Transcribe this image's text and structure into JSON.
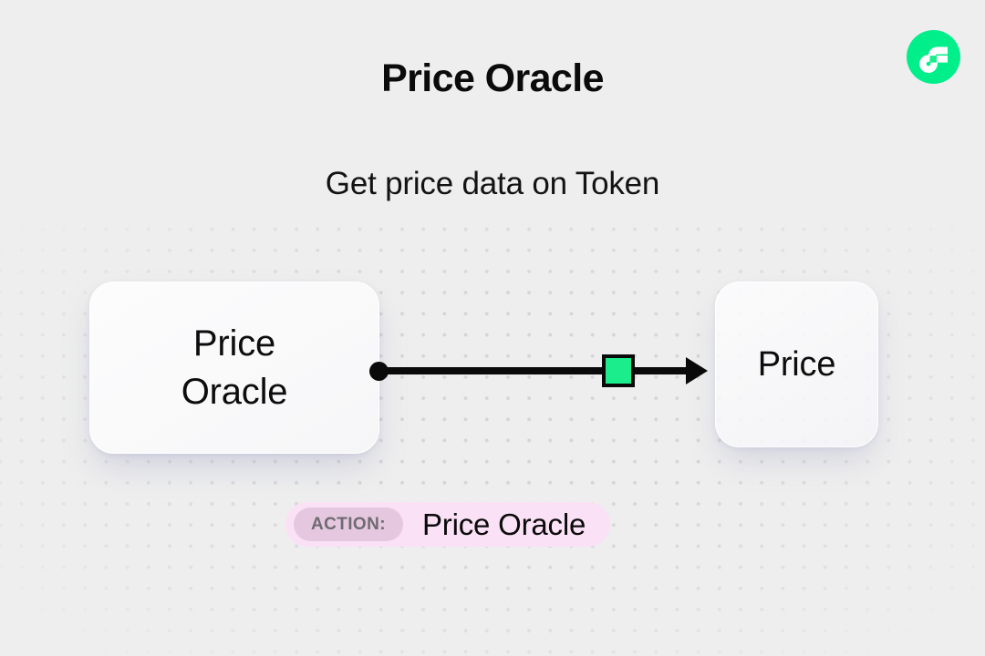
{
  "page": {
    "title": "Price Oracle",
    "subtitle": "Get price data on Token",
    "background_color": "#eeeeee"
  },
  "brand": {
    "logo_name": "flow-logo",
    "logo_color": "#00ef8b",
    "mark_color": "#ffffff"
  },
  "diagram": {
    "nodes": [
      {
        "id": "price-oracle",
        "label": "Price\nOracle",
        "role": "source",
        "background_color": "#fafafb"
      },
      {
        "id": "price",
        "label": "Price",
        "role": "target",
        "background_color": "#f9f9fb"
      }
    ],
    "edge": {
      "from": "price-oracle",
      "to": "price",
      "color": "#0a0a0a",
      "chip_color": "#1ced8c",
      "chip_border_color": "#0a0a0a"
    }
  },
  "action_badge": {
    "tag": "ACTION:",
    "value": "Price Oracle",
    "background_color": "#fbe1f6",
    "tag_background_color": "#e5c8df",
    "tag_text_color": "#6f6b72"
  }
}
